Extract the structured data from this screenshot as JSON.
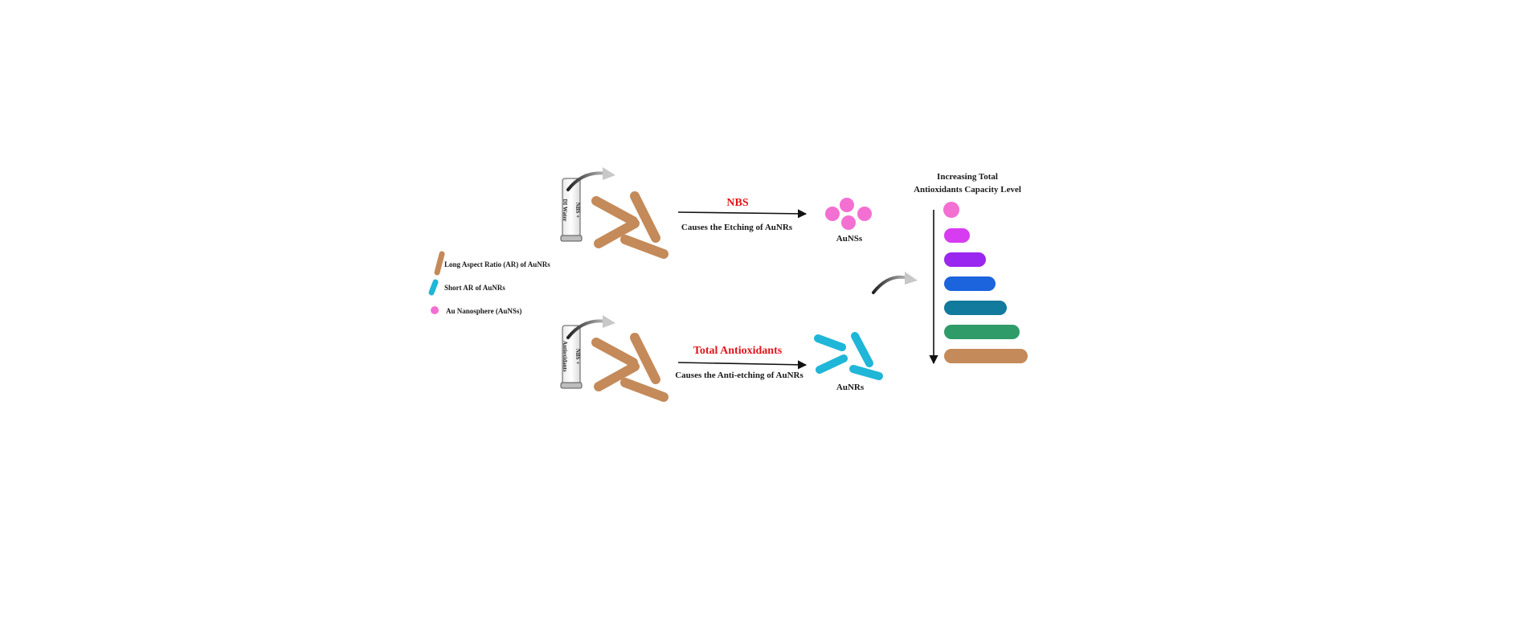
{
  "legend": {
    "long_ar": "Long Aspect Ratio (AR) of AuNRs",
    "short_ar": "Short AR of AuNRs",
    "nanosphere": "Au Nanosphere (AuNSs)"
  },
  "top_path": {
    "tube_label_line1": "NBS +",
    "tube_label_line2": "DI Water",
    "reagent": "NBS",
    "caption": "Causes the Etching of AuNRs",
    "product": "AuNSs"
  },
  "bottom_path": {
    "tube_label_line1": "NBS +",
    "tube_label_line2": "Antioxidants",
    "reagent": "Total Antioxidants",
    "caption": "Causes the Anti-etching of AuNRs",
    "product": "AuNRs"
  },
  "scale": {
    "title_line1": "Increasing Total",
    "title_line2": "Antioxidants Capacity Level"
  },
  "colors": {
    "long_rod": "#c48a5a",
    "short_rod": "#1fb6d8",
    "sphere": "#f36fd2",
    "reagent_text": "#e0151b",
    "scale_steps": [
      "#f36fd2",
      "#d63cf0",
      "#9a27ef",
      "#1c63de",
      "#127a9c",
      "#2f9b68",
      "#c48a5a"
    ]
  }
}
